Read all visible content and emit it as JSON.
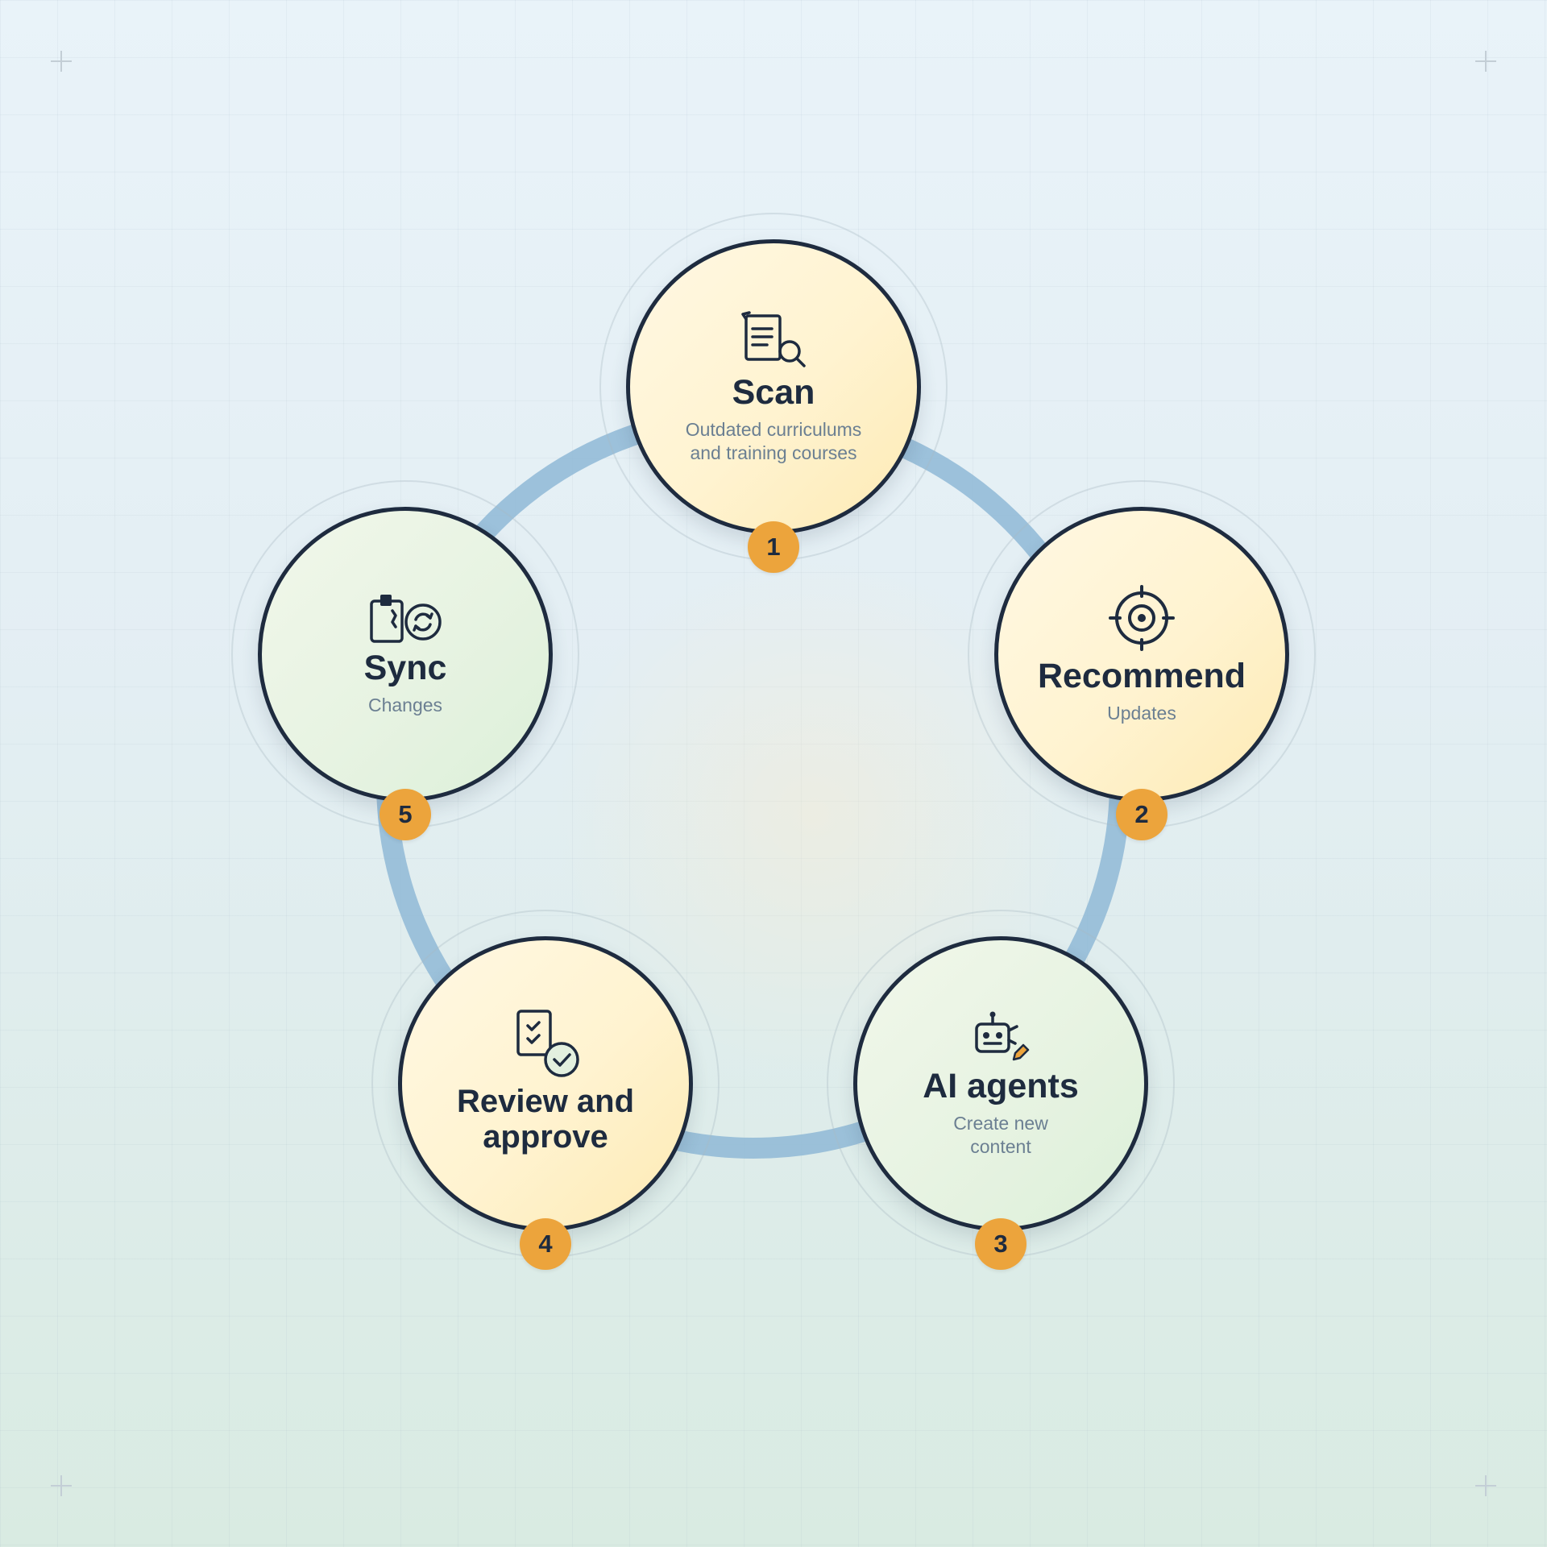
{
  "steps": [
    {
      "number": "1",
      "title": "Scan",
      "subtitle": "Outdated curriculums\nand training courses",
      "icon": "document-search-icon"
    },
    {
      "number": "2",
      "title": "Recommend",
      "subtitle": "Updates",
      "icon": "target-icon"
    },
    {
      "number": "3",
      "title": "AI agents",
      "subtitle": "Create new\ncontent",
      "icon": "robot-pencil-icon"
    },
    {
      "number": "4",
      "title": "Review and\napprove",
      "subtitle": "",
      "icon": "checklist-approve-icon"
    },
    {
      "number": "5",
      "title": "Sync",
      "subtitle": "Changes",
      "icon": "clipboard-sync-icon"
    }
  ],
  "colors": {
    "outline": "#1e2b3f",
    "badge": "#eca43c",
    "ring": "#8fb8d6",
    "warm_fill": "#fff3d0",
    "cool_fill": "#e7f3e2"
  }
}
